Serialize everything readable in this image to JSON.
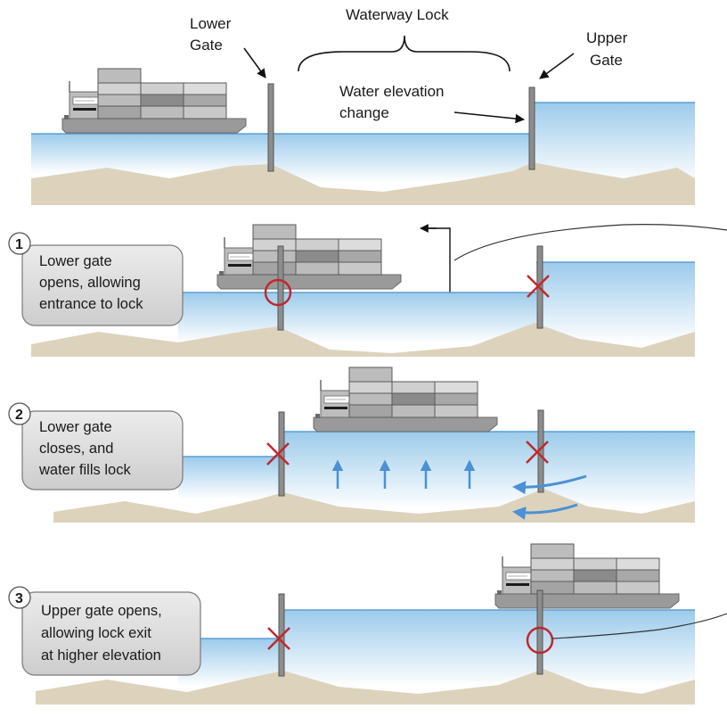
{
  "labels": {
    "lower_gate": [
      "Lower",
      "Gate"
    ],
    "upper_gate": [
      "Upper",
      "Gate"
    ],
    "waterway_lock": "Waterway Lock",
    "water_elevation": [
      "Water elevation",
      "change"
    ]
  },
  "steps": [
    {
      "number": "1",
      "lines": [
        "Lower gate",
        "opens, allowing",
        "entrance to lock"
      ]
    },
    {
      "number": "2",
      "lines": [
        "Lower gate",
        "closes, and",
        "water fills lock"
      ]
    },
    {
      "number": "3",
      "lines": [
        "Upper gate opens,",
        "allowing lock exit",
        "at higher elevation"
      ]
    }
  ],
  "colors": {
    "water_top": "#a9d2ee",
    "water_bottom": "#ffffff",
    "water_line": "#5c9fd2",
    "ground": "#ddd3bd",
    "gate": "#8d8d8d",
    "marker_red": "#c0282d",
    "flow_arrow": "#4b91d3",
    "callout_box": "#d9d9d9"
  }
}
